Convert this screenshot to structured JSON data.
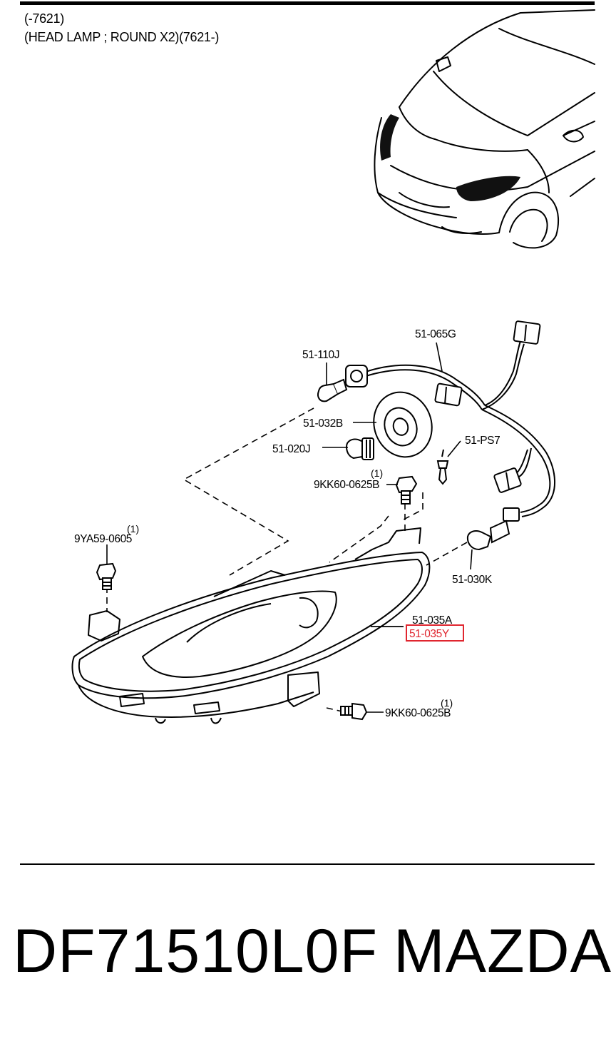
{
  "header": {
    "line1": "(-7621)",
    "line2": "(HEAD LAMP ; ROUND X2)(7621-)"
  },
  "labels": {
    "harness": "51-065G",
    "bulb_small": "51-110J",
    "cap": "51-032B",
    "bulb_main": "51-020J",
    "clip": "51-PS7",
    "bolt_top_qty": "(1)",
    "bolt_top": "9KK60-0625B",
    "bolt_left_qty": "(1)",
    "bolt_left": "9YA59-0605",
    "socket_bulb": "51-030K",
    "lamp_a": "51-035A",
    "lamp_y": "51-035Y",
    "bolt_bottom_qty": "(1)",
    "bolt_bottom": "9KK60-0625B"
  },
  "highlight": {
    "label": "51-035Y",
    "color": "#e0262f"
  },
  "footer": {
    "part_number": "DF71510L0F",
    "brand": "MAZDA"
  }
}
